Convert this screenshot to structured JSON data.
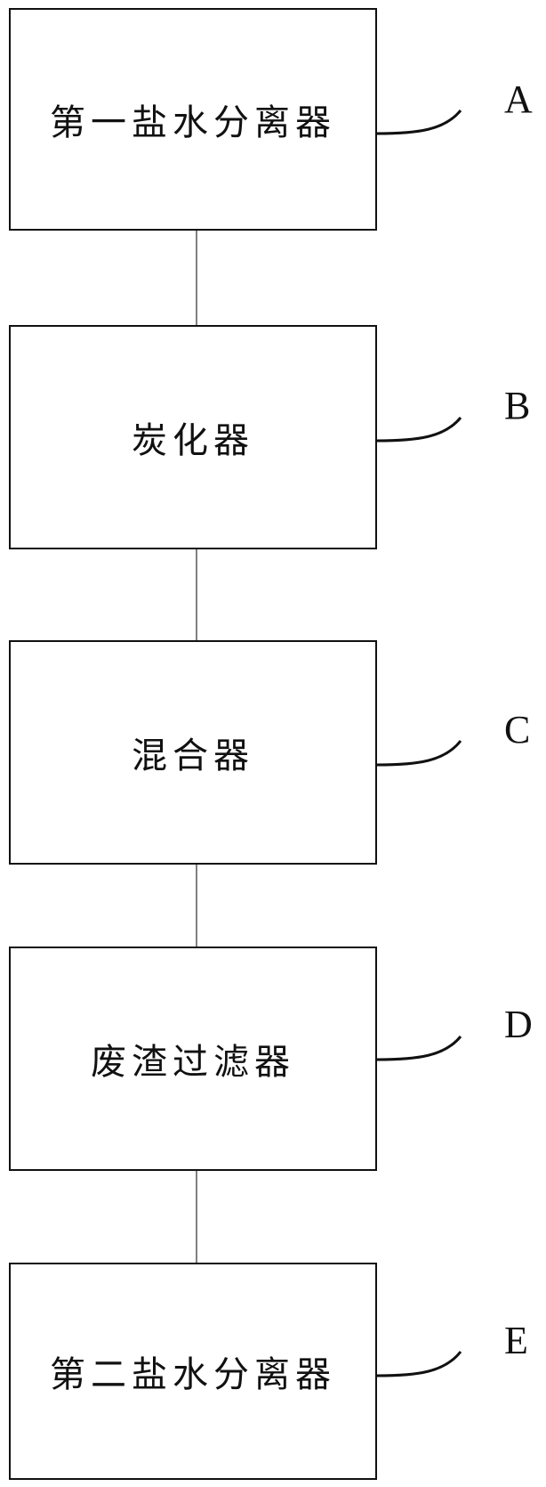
{
  "diagram": {
    "blocks": [
      {
        "id": "A",
        "label": "第一盐水分离器",
        "letter": "A"
      },
      {
        "id": "B",
        "label": "炭化器",
        "letter": "B"
      },
      {
        "id": "C",
        "label": "混合器",
        "letter": "C"
      },
      {
        "id": "D",
        "label": "废渣过滤器",
        "letter": "D"
      },
      {
        "id": "E",
        "label": "第二盐水分离器",
        "letter": "E"
      }
    ]
  },
  "colors": {
    "stroke": "#111111",
    "connector": "#555555",
    "background": "#ffffff"
  }
}
